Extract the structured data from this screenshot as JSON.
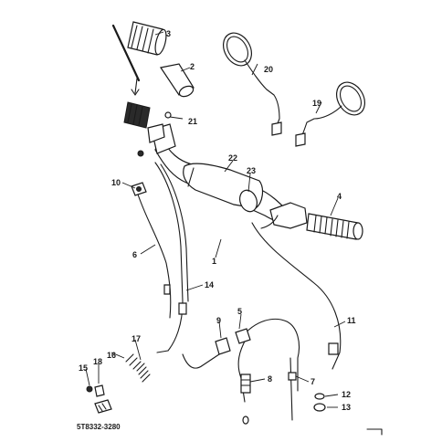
{
  "diagram": {
    "part_code": "5T8332-3280",
    "callouts": {
      "c1": "1",
      "c2": "2",
      "c3": "3",
      "c4": "4",
      "c5": "5",
      "c6": "6",
      "c7": "7",
      "c8": "8",
      "c9": "9",
      "c10": "10",
      "c11": "11",
      "c12": "12",
      "c13": "13",
      "c14": "14",
      "c15": "15",
      "c16": "16",
      "c17": "17",
      "c18": "18",
      "c19": "19",
      "c20": "20",
      "c21": "21",
      "c22": "22",
      "c23": "23"
    }
  }
}
